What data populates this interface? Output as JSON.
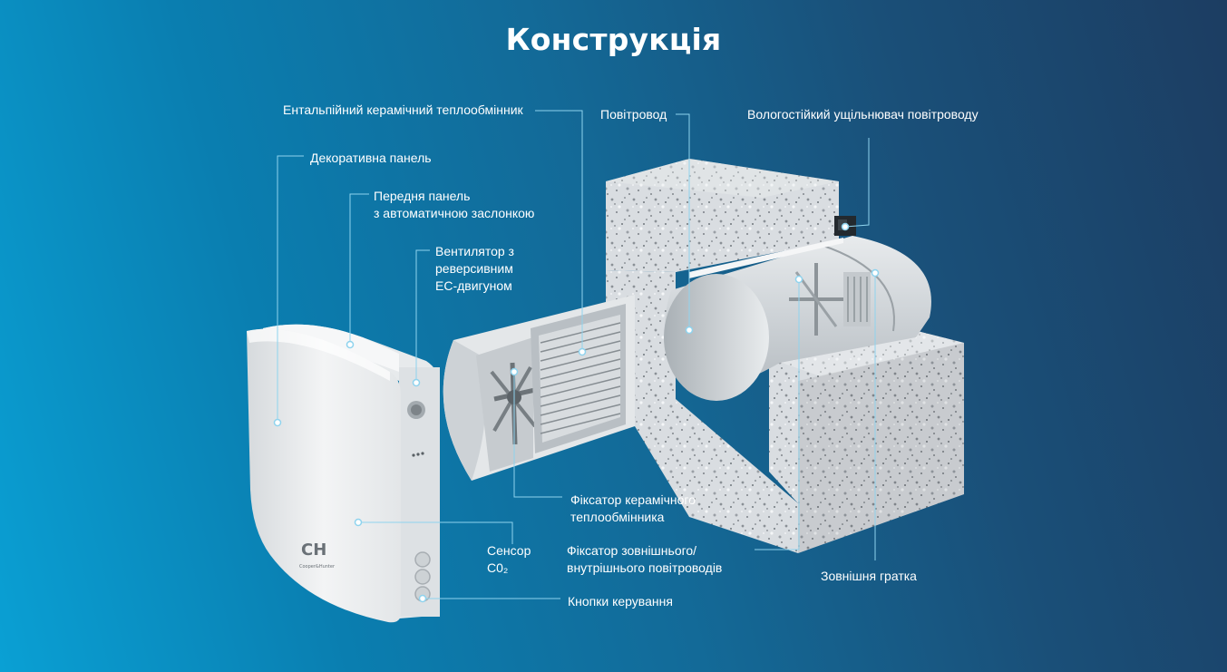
{
  "title": "Конструкція",
  "labels": {
    "enthalpy_exchanger": "Ентальпійний керамічний теплообмінник",
    "duct": "Повітровод",
    "seal": "Вологостійкий ущільнювач повітроводу",
    "decor_panel": "Декоративна панель",
    "front_panel": "Передня панель\nз автоматичною заслонкою",
    "fan": "Вентилятор з\nреверсивним\nЕС-двигуном",
    "exchanger_lock": "Фіксатор керамічного\nтеплообмінника",
    "co2_sensor": "Сенсор\nС0₂",
    "duct_lock": "Фіксатор зовнішнього/\nвнутрішнього повітроводів",
    "outer_grille": "Зовнішня гратка",
    "control_buttons": "Кнопки керування"
  },
  "colors": {
    "background_left": "#0aa0d4",
    "background_right": "#1c3d62",
    "leader_line": "#8fd3ee"
  }
}
